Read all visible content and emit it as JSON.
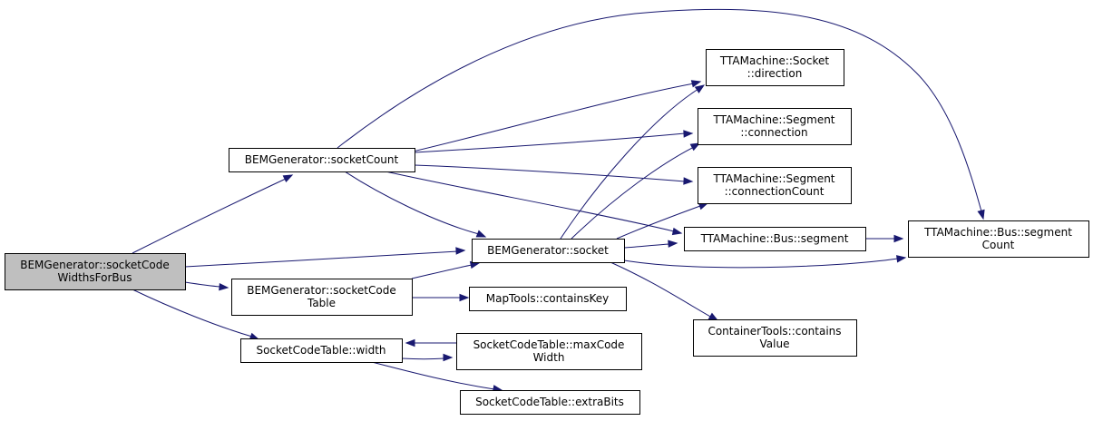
{
  "nodes": {
    "root": {
      "lines": [
        "BEMGenerator::socketCode",
        "WidthsForBus"
      ],
      "highlight": true
    },
    "socket_count": {
      "lines": [
        "BEMGenerator::socketCount"
      ]
    },
    "socket_code_table": {
      "lines": [
        "BEMGenerator::socketCode",
        "Table"
      ]
    },
    "sct_width": {
      "lines": [
        "SocketCodeTable::width"
      ]
    },
    "bem_socket": {
      "lines": [
        "BEMGenerator::socket"
      ]
    },
    "contains_key": {
      "lines": [
        "MapTools::containsKey"
      ]
    },
    "max_code_width": {
      "lines": [
        "SocketCodeTable::maxCode",
        "Width"
      ],
      "border": "red"
    },
    "extra_bits": {
      "lines": [
        "SocketCodeTable::extraBits"
      ]
    },
    "socket_direction": {
      "lines": [
        "TTAMachine::Socket",
        "::direction"
      ]
    },
    "segment_connection": {
      "lines": [
        "TTAMachine::Segment",
        "::connection"
      ]
    },
    "segment_connection_count": {
      "lines": [
        "TTAMachine::Segment",
        "::connectionCount"
      ]
    },
    "bus_segment": {
      "lines": [
        "TTAMachine::Bus::segment"
      ],
      "border": "red"
    },
    "contains_value": {
      "lines": [
        "ContainerTools::contains",
        "Value"
      ]
    },
    "bus_segment_count": {
      "lines": [
        "TTAMachine::Bus::segment",
        "Count"
      ]
    }
  },
  "edges": [
    [
      "root",
      "socket_count"
    ],
    [
      "root",
      "bem_socket"
    ],
    [
      "root",
      "socket_code_table"
    ],
    [
      "root",
      "sct_width"
    ],
    [
      "socket_count",
      "socket_direction"
    ],
    [
      "socket_count",
      "bus_segment_count"
    ],
    [
      "socket_count",
      "segment_connection"
    ],
    [
      "socket_count",
      "segment_connection_count"
    ],
    [
      "socket_count",
      "bus_segment"
    ],
    [
      "socket_count",
      "bem_socket"
    ],
    [
      "socket_code_table",
      "bem_socket"
    ],
    [
      "socket_code_table",
      "contains_key"
    ],
    [
      "sct_width",
      "max_code_width"
    ],
    [
      "sct_width",
      "extra_bits"
    ],
    [
      "max_code_width",
      "sct_width"
    ],
    [
      "bem_socket",
      "socket_direction"
    ],
    [
      "bem_socket",
      "segment_connection"
    ],
    [
      "bem_socket",
      "segment_connection_count"
    ],
    [
      "bem_socket",
      "bus_segment"
    ],
    [
      "bem_socket",
      "bus_segment_count"
    ],
    [
      "bem_socket",
      "contains_value"
    ],
    [
      "bus_segment",
      "bus_segment_count"
    ]
  ],
  "colors": {
    "edge": "#191970",
    "highlight_fill": "#bfbfbf",
    "node_fill": "#ffffff",
    "red_border": "#ff0000",
    "default_border": "#000000"
  }
}
